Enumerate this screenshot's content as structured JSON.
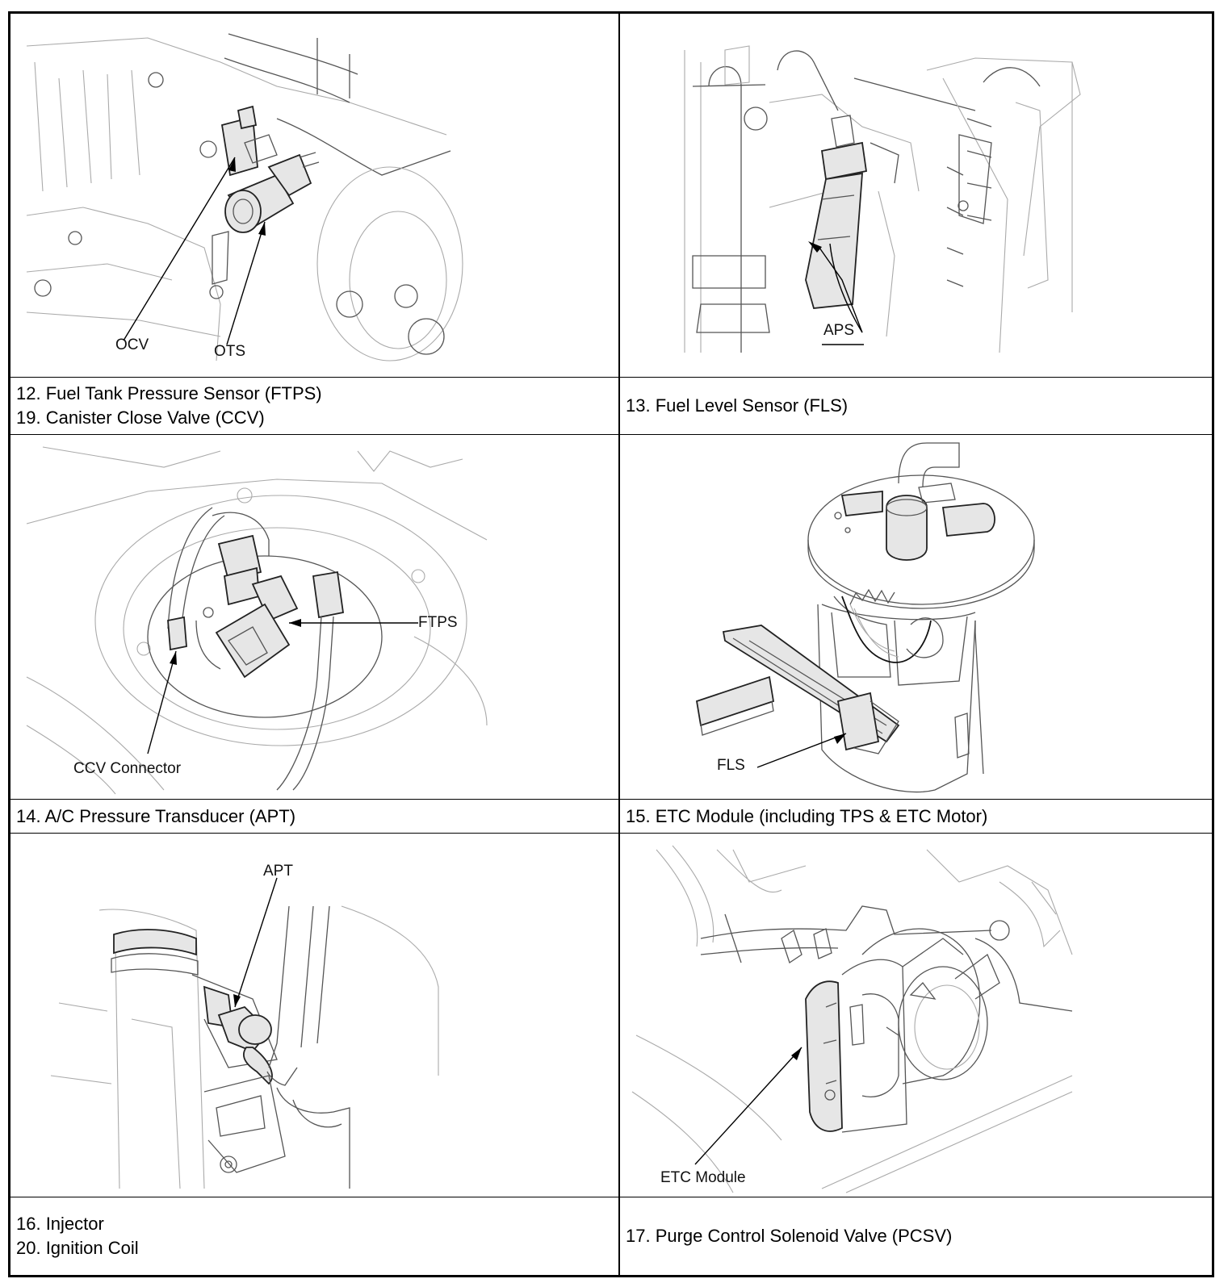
{
  "captions": {
    "row1_left": [
      "12. Fuel Tank Pressure Sensor (FTPS)",
      "19. Canister Close Valve (CCV)"
    ],
    "row1_right": [
      "13. Fuel Level Sensor (FLS)"
    ],
    "row2_left": [
      "14. A/C Pressure Transducer (APT)"
    ],
    "row2_right": [
      "15. ETC Module (including TPS & ETC Motor)"
    ],
    "row3_left": [
      "16. Injector",
      "20. Ignition Coil"
    ],
    "row3_right": [
      "17. Purge Control Solenoid Valve (PCSV)"
    ]
  },
  "figure_labels": {
    "ocv": "OCV",
    "ots": "OTS",
    "aps": "APS",
    "ftps": "FTPS",
    "ccv_connector": "CCV Connector",
    "fls": "FLS",
    "apt": "APT",
    "etc_module": "ETC Module"
  },
  "colors": {
    "border": "#000000",
    "line_art": "#555555",
    "background": "#ffffff"
  }
}
